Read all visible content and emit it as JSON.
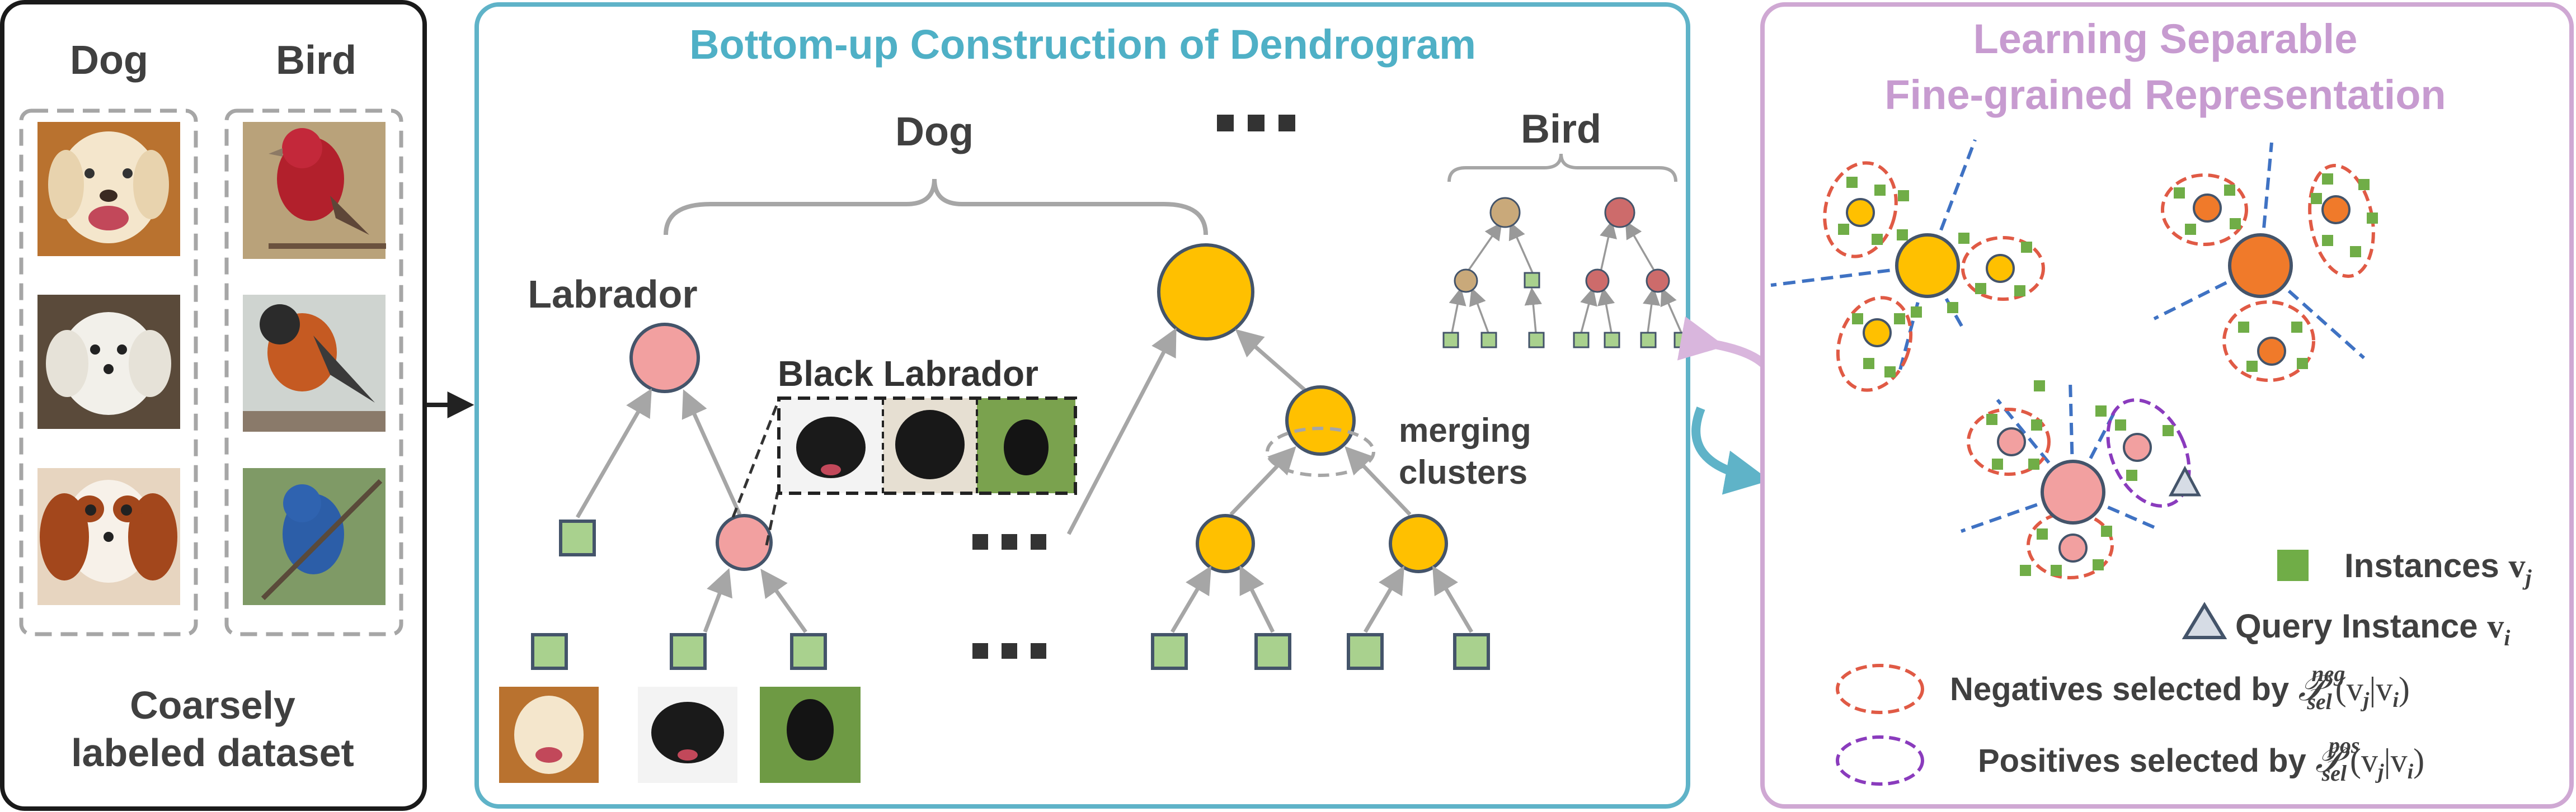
{
  "left_panel": {
    "col_dog": "Dog",
    "col_bird": "Bird",
    "caption_line1": "Coarsely",
    "caption_line2": "labeled dataset",
    "dog_images": [
      "labrador-photo",
      "maltese-photo",
      "spaniel-photo"
    ],
    "bird_images": [
      "red-finch-photo",
      "robin-photo",
      "blue-bunting-photo"
    ]
  },
  "middle_panel": {
    "title": "Bottom-up Construction of Dendrogram",
    "dog_label": "Dog",
    "bird_label": "Bird",
    "labrador_label": "Labrador",
    "black_labrador_label": "Black Labrador",
    "merging_line1": "merging",
    "merging_line2": "clusters"
  },
  "right_panel": {
    "title_line1": "Learning Separable",
    "title_line2": "Fine-grained Representation",
    "legend": {
      "instances_label": "Instances ",
      "instances_symbol": "v",
      "instances_sub": "j",
      "query_label": "Query Instance ",
      "query_symbol": "v",
      "query_sub": "i",
      "negatives_label": "Negatives selected by ",
      "negatives_sup": "neg",
      "positives_label": "Positives selected by ",
      "positives_sup": "pos",
      "p_symbol": "𝒫",
      "p_sub": "sel",
      "cond_expr": "(v",
      "cond_j": "j",
      "cond_bar": "|v",
      "cond_i": "i",
      "cond_close": ")"
    }
  },
  "colors": {
    "left_border": "#1a1a1a",
    "middle_border": "#5fb3c8",
    "right_border": "#cfa8d3",
    "middle_title": "#4fb0c6",
    "right_title": "#c79bd0",
    "labrador_node": "#f2a0a0",
    "dog_node": "#ffc000",
    "bird_node_tan": "#c9a97a",
    "bird_node_red": "#cd6b6b",
    "instance_green": "#7cc26b",
    "orange_node": "#f07a2a",
    "negative_ellipse": "#e05a45",
    "positive_ellipse": "#8a3bbd",
    "boundary_blue": "#3f72c3"
  }
}
